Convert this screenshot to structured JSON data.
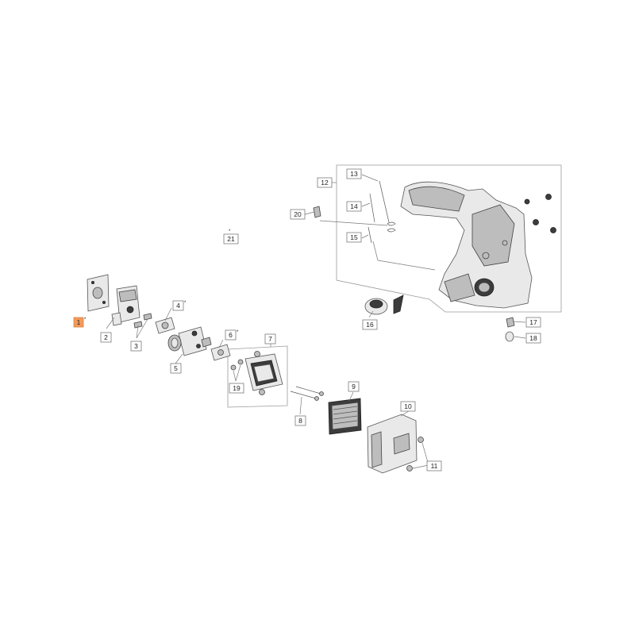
{
  "diagram": {
    "labels": [
      {
        "id": "1",
        "text": "1",
        "star": "*",
        "highlight": true
      },
      {
        "id": "2",
        "text": "2",
        "star": "",
        "highlight": false
      },
      {
        "id": "3",
        "text": "3",
        "star": "",
        "highlight": false
      },
      {
        "id": "4",
        "text": "4",
        "star": "*",
        "highlight": false
      },
      {
        "id": "5",
        "text": "5",
        "star": "",
        "highlight": false
      },
      {
        "id": "6",
        "text": "6",
        "star": "*",
        "highlight": false
      },
      {
        "id": "7",
        "text": "7",
        "star": "",
        "highlight": false
      },
      {
        "id": "8",
        "text": "8",
        "star": "",
        "highlight": false
      },
      {
        "id": "9",
        "text": "9",
        "star": "",
        "highlight": false
      },
      {
        "id": "10",
        "text": "10",
        "star": "",
        "highlight": false
      },
      {
        "id": "11",
        "text": "11",
        "star": "",
        "highlight": false
      },
      {
        "id": "12",
        "text": "12",
        "star": "",
        "highlight": false
      },
      {
        "id": "13",
        "text": "13",
        "star": "",
        "highlight": false
      },
      {
        "id": "14",
        "text": "14",
        "star": "",
        "highlight": false
      },
      {
        "id": "15",
        "text": "15",
        "star": "",
        "highlight": false
      },
      {
        "id": "16",
        "text": "16",
        "star": "",
        "highlight": false
      },
      {
        "id": "17",
        "text": "17",
        "star": "",
        "highlight": false
      },
      {
        "id": "18",
        "text": "18",
        "star": "",
        "highlight": false
      },
      {
        "id": "19",
        "text": "19",
        "star": "",
        "highlight": false
      },
      {
        "id": "20",
        "text": "20",
        "star": "",
        "highlight": false
      },
      {
        "id": "21",
        "text": "21",
        "star": "*",
        "highlight": false
      }
    ],
    "highlight_color": "#f29a5c"
  }
}
